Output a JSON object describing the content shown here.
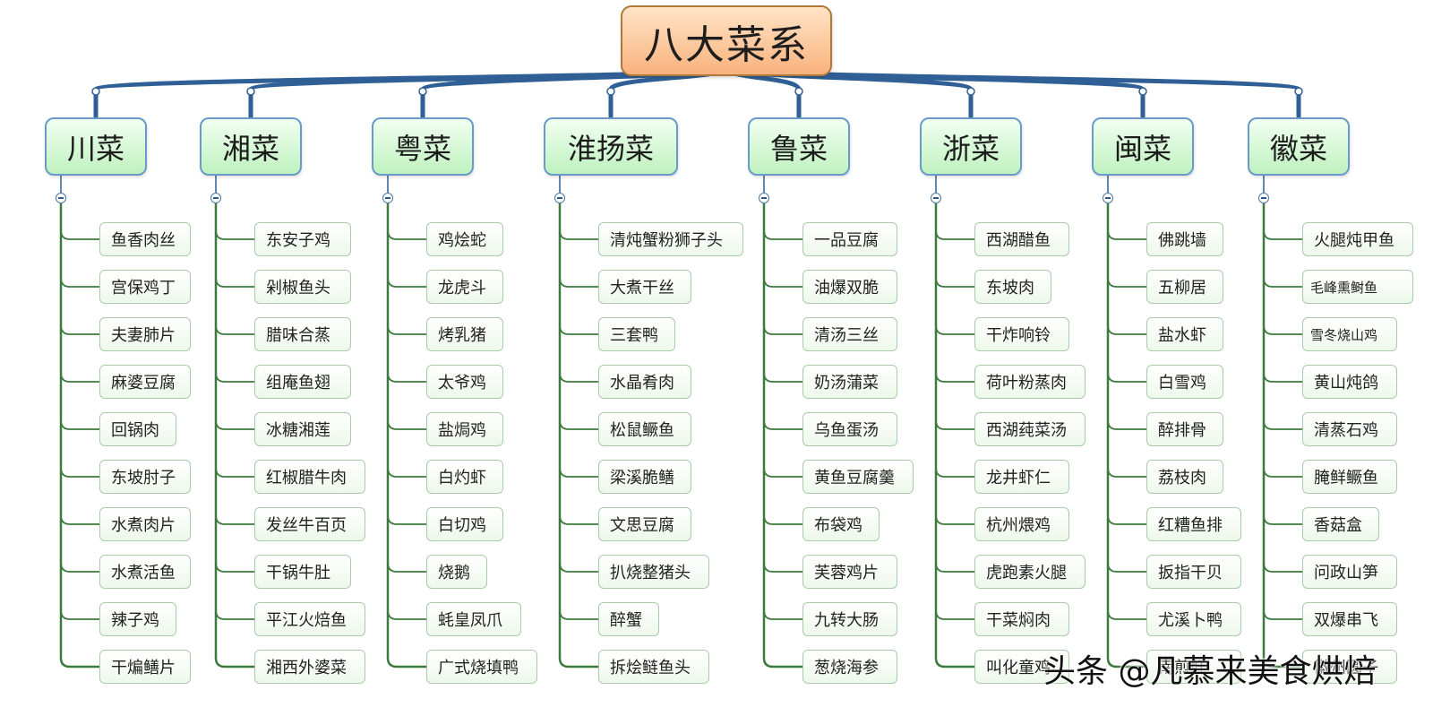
{
  "root": {
    "label": "八大菜系"
  },
  "categories": [
    {
      "name": "川菜",
      "dishes": [
        "鱼香肉丝",
        "宫保鸡丁",
        "夫妻肺片",
        "麻婆豆腐",
        "回锅肉",
        "东坡肘子",
        "水煮肉片",
        "水煮活鱼",
        "辣子鸡",
        "干煸鳝片"
      ]
    },
    {
      "name": "湘菜",
      "dishes": [
        "东安子鸡",
        "剁椒鱼头",
        "腊味合蒸",
        "组庵鱼翅",
        "冰糖湘莲",
        "红椒腊牛肉",
        "发丝牛百页",
        "干锅牛肚",
        "平江火焙鱼",
        "湘西外婆菜"
      ]
    },
    {
      "name": "粤菜",
      "dishes": [
        "鸡烩蛇",
        "龙虎斗",
        "烤乳猪",
        "太爷鸡",
        "盐焗鸡",
        "白灼虾",
        "白切鸡",
        "烧鹅",
        "蚝皇凤爪",
        "广式烧填鸭"
      ]
    },
    {
      "name": "淮扬菜",
      "dishes": [
        "清炖蟹粉狮子头",
        "大煮干丝",
        "三套鸭",
        "水晶肴肉",
        "松鼠鳜鱼",
        "梁溪脆鳝",
        "文思豆腐",
        "扒烧整猪头",
        "醉蟹",
        "拆烩鲢鱼头"
      ]
    },
    {
      "name": "鲁菜",
      "dishes": [
        "一品豆腐",
        "油爆双脆",
        "清汤三丝",
        "奶汤蒲菜",
        "乌鱼蛋汤",
        "黄鱼豆腐羹",
        "布袋鸡",
        "芙蓉鸡片",
        "九转大肠",
        "葱烧海参"
      ]
    },
    {
      "name": "浙菜",
      "dishes": [
        "西湖醋鱼",
        "东坡肉",
        "干炸响铃",
        "荷叶粉蒸肉",
        "西湖莼菜汤",
        "龙井虾仁",
        "杭州煨鸡",
        "虎跑素火腿",
        "干菜焖肉",
        "叫化童鸡"
      ]
    },
    {
      "name": "闽菜",
      "dishes": [
        "佛跳墙",
        "五柳居",
        "盐水虾",
        "白雪鸡",
        "醉排骨",
        "荔枝肉",
        "红糟鱼排",
        "扳指干贝",
        "尤溪卜鸭",
        "南煎肝"
      ]
    },
    {
      "name": "徽菜",
      "dishes": [
        "火腿炖甲鱼",
        "毛峰熏鲥鱼",
        "雪冬烧山鸡",
        "黄山炖鸽",
        "清蒸石鸡",
        "腌鲜鳜鱼",
        "香菇盒",
        "问政山笋",
        "双爆串飞",
        "徽州圆子"
      ]
    }
  ],
  "watermark": "头条 @凡慕来美食烘焙",
  "colors": {
    "root_fill": "#f9b27e",
    "root_border": "#b07838",
    "category_fill": "#bff1bf",
    "category_border": "#6a9bc8",
    "connector_main": "#2f5f95",
    "connector_branch": "#3d7a3d",
    "dish_border": "#a9cca9"
  }
}
